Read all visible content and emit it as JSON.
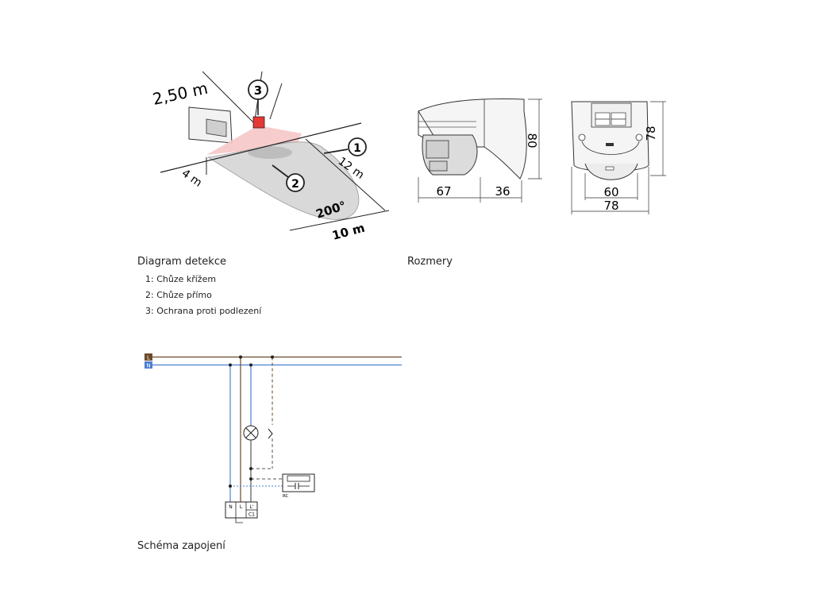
{
  "detection": {
    "caption": "Diagram detekce",
    "legend": [
      {
        "label": "1: Chůze křížem"
      },
      {
        "label": "2: Chůze přímo"
      },
      {
        "label": "3: Ochrana proti podlezení"
      }
    ],
    "markers": {
      "m1": "1",
      "m2": "2",
      "m3": "3"
    },
    "labels": {
      "height": "2,50 m",
      "side": "4 m",
      "range": "12 m",
      "angle": "200°",
      "depth": "10 m"
    }
  },
  "dimensions": {
    "caption": "Rozmery",
    "values": {
      "side_width_a": "67",
      "side_width_b": "36",
      "side_height": "80",
      "front_height": "78",
      "front_inner": "60",
      "front_width": "78"
    }
  },
  "wiring": {
    "caption": "Schéma zapojení",
    "bus_labels": {
      "live": "L",
      "neutral": "N"
    },
    "terminals": {
      "n": "N",
      "l": "L",
      "lout": "L'",
      "c1": "C1"
    },
    "rc_label": "RC",
    "colors": {
      "live": "#6b4a2a",
      "neutral": "#4a7fd1"
    }
  }
}
